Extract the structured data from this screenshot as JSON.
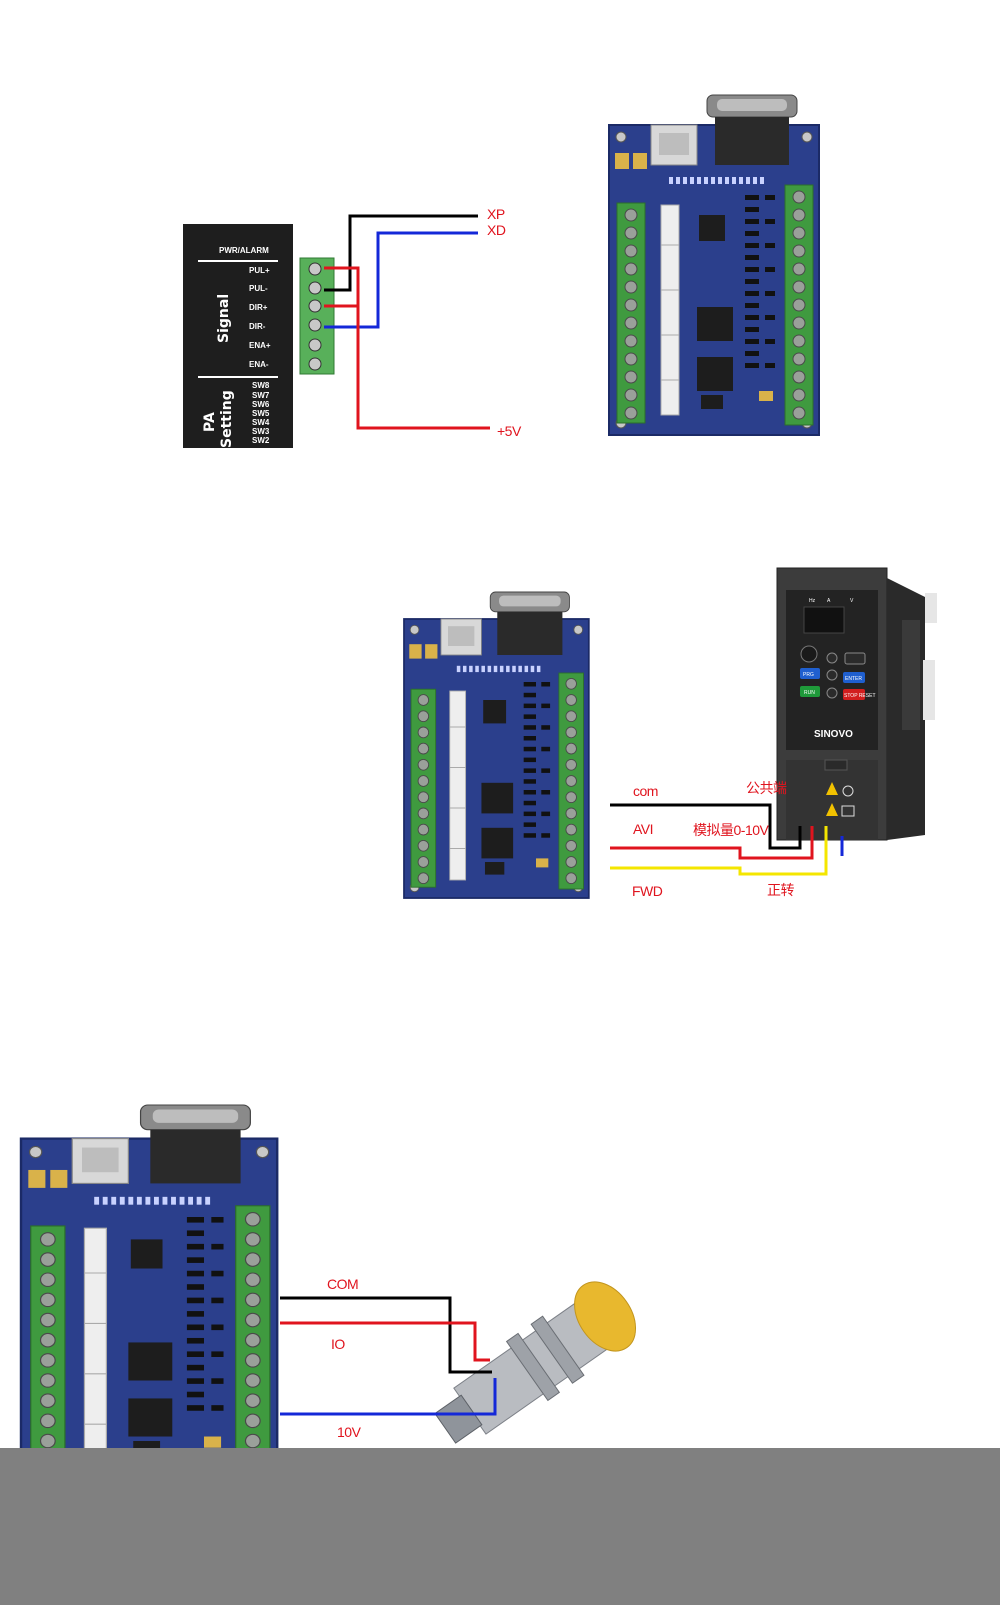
{
  "driver": {
    "header": "PWR/ALARM",
    "signal_title": "Signal",
    "terminals": [
      "PUL+",
      "PUL-",
      "DIR+",
      "DIR-",
      "ENA+",
      "ENA-"
    ],
    "setting_title_1": "PA",
    "setting_title_2": "Setting",
    "switches": [
      "SW8",
      "SW7",
      "SW6",
      "SW5",
      "SW4",
      "SW3",
      "SW2"
    ]
  },
  "section1": {
    "labels": {
      "xp": "XP",
      "xd": "XD",
      "v5": "+5V"
    }
  },
  "section2": {
    "labels": {
      "com": "com",
      "avi": "AVI",
      "fwd": "FWD",
      "common": "公共端",
      "analog": "模拟量0-10V",
      "forward": "正转"
    },
    "inverter": {
      "brand": "SINOVO",
      "keys": [
        "PRG",
        "ENTER",
        "RUN",
        "STOP RESET"
      ],
      "indicators": [
        "Hz",
        "A",
        "V"
      ]
    }
  },
  "section3": {
    "labels": {
      "com": "COM",
      "io": "IO",
      "v10": "10V"
    }
  },
  "colors": {
    "black_wire": "#000000",
    "red_wire": "#e0141e",
    "blue_wire": "#1428d8",
    "yellow_wire": "#f4e600",
    "label_red": "#e0141e",
    "pcb_blue": "#2b3f8c",
    "terminal_green": "#3f9a3f",
    "bottom_band": "#808080"
  }
}
